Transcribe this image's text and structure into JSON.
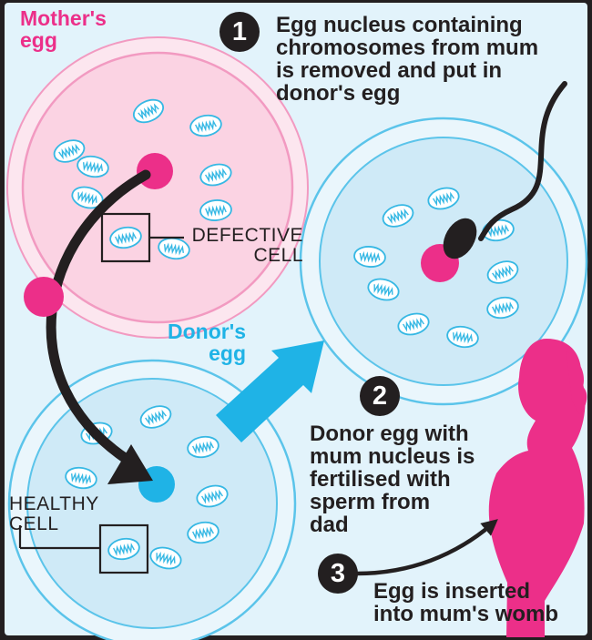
{
  "labels": {
    "mother_egg": "Mother's\negg",
    "donor_egg": "Donor's\negg",
    "defective_cell": "DEFECTIVE\nCELL",
    "healthy_cell": "HEALTHY\nCELL"
  },
  "steps": [
    {
      "number": "1",
      "text": "Egg nucleus containing\nchromosomes from mum\nis removed and put in\ndonor's egg"
    },
    {
      "number": "2",
      "text": "Donor egg with\nmum nucleus is\nfertilised with\nsperm from\ndad"
    },
    {
      "number": "3",
      "text": "Egg is inserted\ninto mum's womb"
    }
  ],
  "colors": {
    "background": "#e2f3fb",
    "pink_accent": "#ec2f89",
    "blue_accent": "#1fb3e6",
    "dark": "#231f20",
    "mother_egg_fill": "#fbd3e3",
    "donor_egg_fill": "#cfeaf7"
  }
}
